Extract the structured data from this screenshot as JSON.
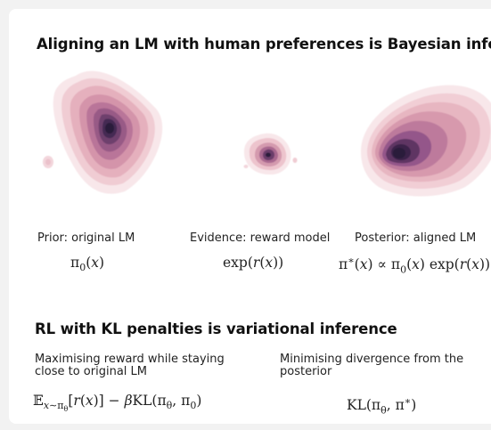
{
  "section1": {
    "title": "Aligning an LM with human preferences is Bayesian inference",
    "panels": [
      {
        "caption": "Prior: original LM",
        "formula": "π0(x)"
      },
      {
        "caption": "Evidence: reward model",
        "formula": "exp(r(x))"
      },
      {
        "caption": "Posterior: aligned LM",
        "formula": "π*(x) ∝ π0(x) exp(r(x))"
      }
    ]
  },
  "section2": {
    "title": "RL with KL penalties is variational inference",
    "left": {
      "text": "Maximising reward while staying close to original LM",
      "formula": "E x∼πθ [r(x)] − βKL(πθ, π0)"
    },
    "right": {
      "text": "Minimising divergence from the posterior",
      "formula": "KL(πθ, π*)"
    }
  },
  "colors": {
    "outer": "#f7e6e9",
    "inner": "#2e1a3f",
    "mid": "#8d4d7a"
  }
}
